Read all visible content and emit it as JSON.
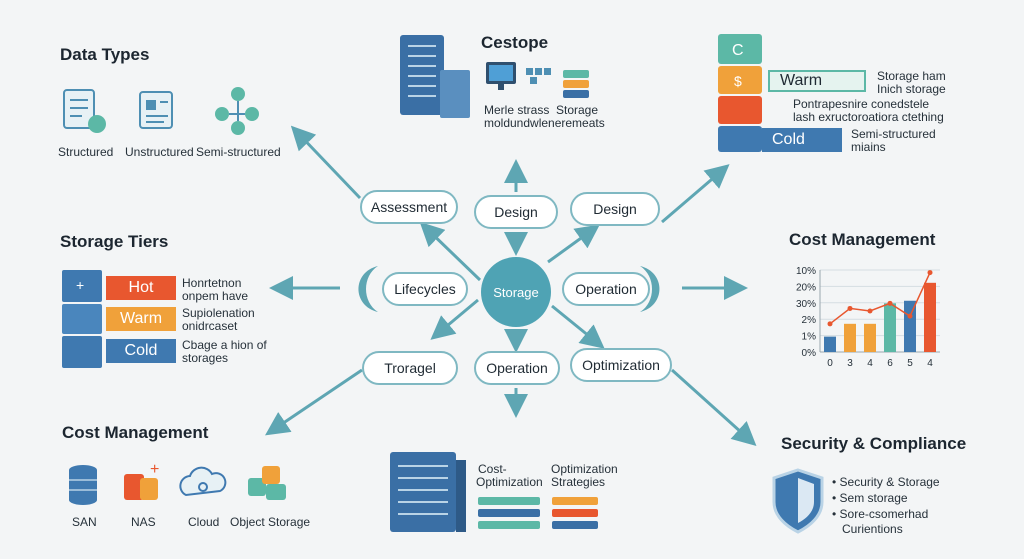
{
  "colors": {
    "accent": "#5ea6b3",
    "hot": "#e8572f",
    "warm": "#f0a13a",
    "cold": "#3f79b0",
    "teal": "#5cb8a6"
  },
  "data_types": {
    "heading": "Data Types",
    "items": [
      "Structured",
      "Unstructured",
      "Semi-structured"
    ]
  },
  "cestope": {
    "heading": "Cestope",
    "caption_left": "Merle strass",
    "caption_right": "Storage",
    "caption_sub": "moldundwleneremeats"
  },
  "tiers_top": {
    "warm": "Warm",
    "cold": "Cold",
    "notes": [
      "Storage ham",
      "Inich storage",
      "Pontrapesnire conedstele",
      "lash exructoroatiora ctething",
      "Semi-structured",
      "miains"
    ]
  },
  "storage_tiers": {
    "heading": "Storage Tiers",
    "hot": "Hot",
    "warm": "Warm",
    "cold": "Cold",
    "notes": [
      "Honrtetnon",
      "onpem have",
      "Supiolenation",
      "onidrcaset",
      "Cbage a hion of",
      "storages"
    ]
  },
  "center": {
    "hub": "Storage",
    "nodes": [
      "Assessment",
      "Design",
      "Design",
      "Lifecycles",
      "Operation",
      "Troragel",
      "Operation",
      "Optimization"
    ]
  },
  "cost_top": {
    "heading": "Cost Management",
    "yticks": [
      "10%",
      "20%",
      "30%",
      "2%",
      "1%",
      "0%"
    ],
    "xticks": [
      "0",
      "3",
      "4",
      "6",
      "5",
      "4"
    ]
  },
  "cost_bottom": {
    "heading": "Cost Management",
    "items": [
      "SAN",
      "NAS",
      "Cloud",
      "Object Storage"
    ]
  },
  "optimization": {
    "left_caption": [
      "Cost-",
      "Optimization"
    ],
    "right_caption": [
      "Optimization",
      "Strategies"
    ]
  },
  "security": {
    "heading": "Security & Compliance",
    "bullets": [
      "Security & Storage",
      "Sem storage",
      "Sore-csomerhad",
      "Curientions"
    ]
  },
  "chart_data": {
    "type": "bar",
    "title": "",
    "categories": [
      "0",
      "3",
      "4",
      "6",
      "5",
      "4"
    ],
    "series": [
      {
        "values": [
          0.6,
          1.1,
          1.1,
          1.9,
          2.0,
          2.7
        ]
      },
      {
        "values": [
          1.1,
          1.7,
          1.6,
          1.9,
          1.4,
          3.1
        ]
      }
    ],
    "ytick_labels": [
      "10%",
      "20%",
      "30%",
      "2%",
      "1%",
      "0%"
    ],
    "ylim": [
      0,
      3.2
    ],
    "bar_colors": [
      "#3f79b0",
      "#f0a13a",
      "#f0a13a",
      "#5cb8a6",
      "#3f79b0",
      "#e8572f"
    ],
    "line_color": "#e8572f",
    "grid": true,
    "legend": "none"
  }
}
